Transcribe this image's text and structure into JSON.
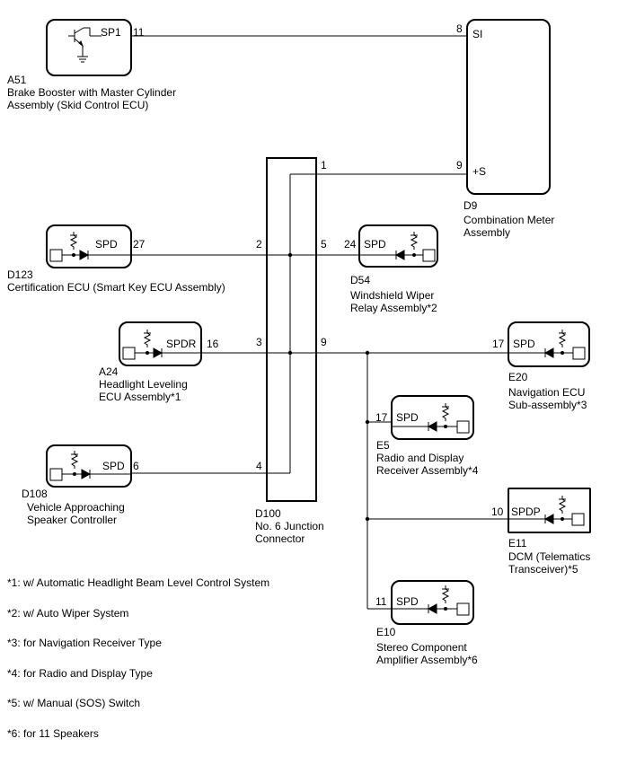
{
  "components": {
    "a51": {
      "id": "A51",
      "line1": "Brake Booster with Master Cylinder",
      "line2": "Assembly (Skid Control ECU)",
      "terminal_name": "SP1",
      "pin": "11"
    },
    "d9": {
      "id": "D9",
      "line1": "Combination Meter",
      "line2": "Assembly",
      "term_si": "SI",
      "pin_si": "8",
      "term_s": "+S",
      "pin_s": "9"
    },
    "d100": {
      "id": "D100",
      "line1": "No. 6 Junction",
      "line2": "Connector",
      "pin1": "1",
      "pin2": "2",
      "pin3": "3",
      "pin4": "4",
      "pin5": "5",
      "pin9": "9"
    },
    "d123": {
      "id": "D123",
      "line1": "Certification ECU (Smart Key ECU Assembly)",
      "terminal_name": "SPD",
      "pin": "27"
    },
    "d54": {
      "id": "D54",
      "line1": "Windshield Wiper",
      "line2": "Relay Assembly*2",
      "terminal_name": "SPD",
      "pin": "24"
    },
    "a24": {
      "id": "A24",
      "line1": "Headlight Leveling",
      "line2": "ECU Assembly*1",
      "terminal_name": "SPDR",
      "pin": "16"
    },
    "d108": {
      "id": "D108",
      "line1": "Vehicle Approaching",
      "line2": "Speaker Controller",
      "terminal_name": "SPD",
      "pin": "6"
    },
    "e20": {
      "id": "E20",
      "line1": "Navigation ECU",
      "line2": "Sub-assembly*3",
      "terminal_name": "SPD",
      "pin": "17"
    },
    "e5": {
      "id": "E5",
      "line1": "Radio and Display",
      "line2": "Receiver Assembly*4",
      "terminal_name": "SPD",
      "pin": "17"
    },
    "e11": {
      "id": "E11",
      "line1": "DCM (Telematics",
      "line2": "Transceiver)*5",
      "terminal_name": "SPDP",
      "pin": "10"
    },
    "e10": {
      "id": "E10",
      "line1": "Stereo Component",
      "line2": "Amplifier Assembly*6",
      "terminal_name": "SPD",
      "pin": "11"
    }
  },
  "notes": [
    "*1: w/ Automatic Headlight Beam Level Control System",
    "*2: w/ Auto Wiper System",
    "*3: for Navigation Receiver Type",
    "*4: for Radio and Display Type",
    "*5: w/ Manual (SOS) Switch",
    "*6: for 11 Speakers"
  ]
}
